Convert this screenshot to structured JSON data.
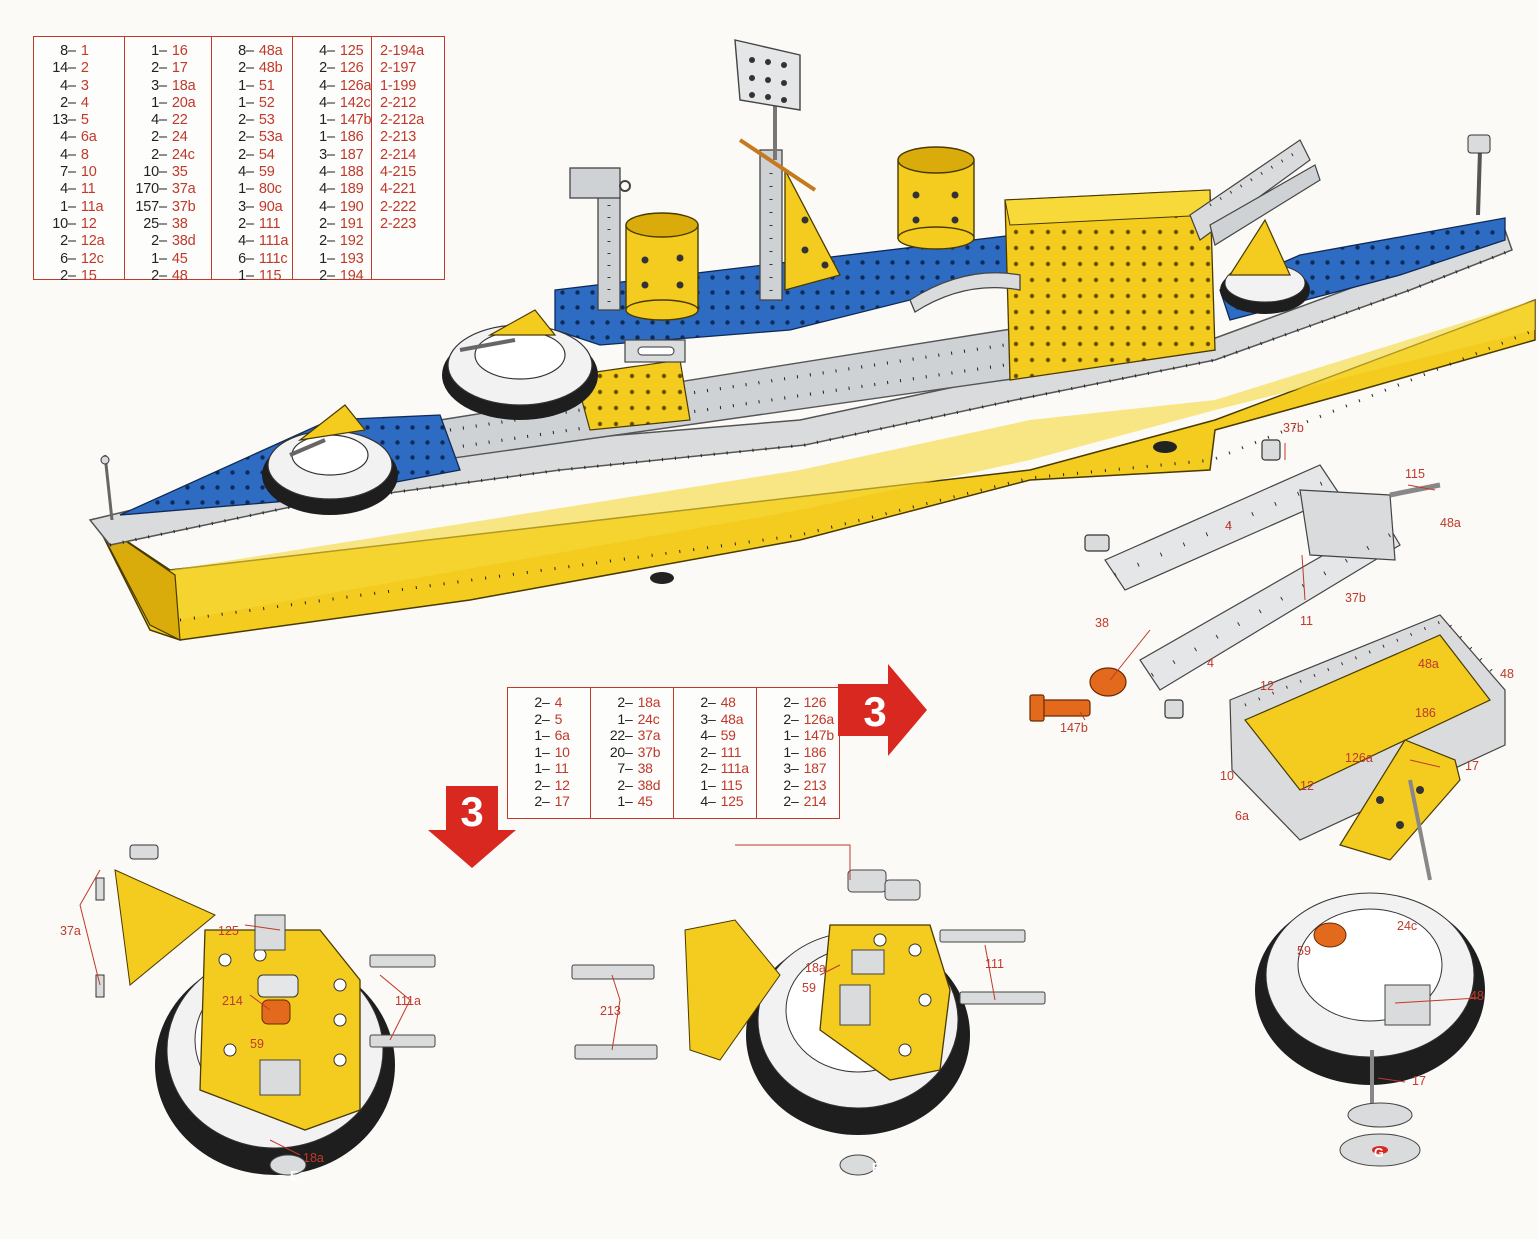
{
  "parts_list_main": {
    "columns": [
      [
        [
          "8",
          "1"
        ],
        [
          "14",
          "2"
        ],
        [
          "4",
          "3"
        ],
        [
          "2",
          "4"
        ],
        [
          "13",
          "5"
        ],
        [
          "4",
          "6a"
        ],
        [
          "4",
          "8"
        ],
        [
          "7",
          "10"
        ],
        [
          "4",
          "11"
        ],
        [
          "1",
          "11a"
        ],
        [
          "10",
          "12"
        ],
        [
          "2",
          "12a"
        ],
        [
          "6",
          "12c"
        ],
        [
          "2",
          "15"
        ]
      ],
      [
        [
          "1",
          "16"
        ],
        [
          "2",
          "17"
        ],
        [
          "3",
          "18a"
        ],
        [
          "1",
          "20a"
        ],
        [
          "4",
          "22"
        ],
        [
          "2",
          "24"
        ],
        [
          "2",
          "24c"
        ],
        [
          "10",
          "35"
        ],
        [
          "170",
          "37a"
        ],
        [
          "157",
          "37b"
        ],
        [
          "25",
          "38"
        ],
        [
          "2",
          "38d"
        ],
        [
          "1",
          "45"
        ],
        [
          "2",
          "48"
        ]
      ],
      [
        [
          "8",
          "48a"
        ],
        [
          "2",
          "48b"
        ],
        [
          "1",
          "51"
        ],
        [
          "1",
          "52"
        ],
        [
          "2",
          "53"
        ],
        [
          "2",
          "53a"
        ],
        [
          "2",
          "54"
        ],
        [
          "4",
          "59"
        ],
        [
          "1",
          "80c"
        ],
        [
          "3",
          "90a"
        ],
        [
          "2",
          "111"
        ],
        [
          "4",
          "111a"
        ],
        [
          "6",
          "111c"
        ],
        [
          "1",
          "115"
        ]
      ],
      [
        [
          "4",
          "125"
        ],
        [
          "2",
          "126"
        ],
        [
          "4",
          "126a"
        ],
        [
          "4",
          "142c"
        ],
        [
          "1",
          "147b"
        ],
        [
          "1",
          "186"
        ],
        [
          "3",
          "187"
        ],
        [
          "4",
          "188"
        ],
        [
          "4",
          "189"
        ],
        [
          "4",
          "190"
        ],
        [
          "2",
          "191"
        ],
        [
          "2",
          "192"
        ],
        [
          "1",
          "193"
        ],
        [
          "2",
          "194"
        ]
      ],
      [
        [
          "",
          "2-194a"
        ],
        [
          "",
          "2-197"
        ],
        [
          "",
          "1-199"
        ],
        [
          "",
          "2-212"
        ],
        [
          "",
          "2-212a"
        ],
        [
          "",
          "2-213"
        ],
        [
          "",
          "2-214"
        ],
        [
          "",
          "4-215"
        ],
        [
          "",
          "4-221"
        ],
        [
          "",
          "2-222"
        ],
        [
          "",
          "2-223"
        ]
      ]
    ]
  },
  "parts_list_subassembly": {
    "columns": [
      [
        [
          "2",
          "4"
        ],
        [
          "2",
          "5"
        ],
        [
          "1",
          "6a"
        ],
        [
          "1",
          "10"
        ],
        [
          "1",
          "11"
        ],
        [
          "2",
          "12"
        ],
        [
          "2",
          "17"
        ]
      ],
      [
        [
          "2",
          "18a"
        ],
        [
          "1",
          "24c"
        ],
        [
          "22",
          "37a"
        ],
        [
          "20",
          "37b"
        ],
        [
          "7",
          "38"
        ],
        [
          "2",
          "38d"
        ],
        [
          "1",
          "45"
        ]
      ],
      [
        [
          "2",
          "48"
        ],
        [
          "3",
          "48a"
        ],
        [
          "4",
          "59"
        ],
        [
          "2",
          "111"
        ],
        [
          "2",
          "111a"
        ],
        [
          "1",
          "115"
        ],
        [
          "4",
          "125"
        ]
      ],
      [
        [
          "2",
          "126"
        ],
        [
          "2",
          "126a"
        ],
        [
          "1",
          "147b"
        ],
        [
          "1",
          "186"
        ],
        [
          "3",
          "187"
        ],
        [
          "2",
          "213"
        ],
        [
          "2",
          "214"
        ]
      ]
    ]
  },
  "step_arrows": [
    {
      "label": "3",
      "direction": "right"
    },
    {
      "label": "3",
      "direction": "down"
    }
  ],
  "callouts": {
    "gun_mount": [
      "37b",
      "115",
      "48a",
      "4",
      "37b",
      "11",
      "38",
      "4",
      "147b",
      "12",
      "48a",
      "48",
      "186",
      "10",
      "126a",
      "12",
      "17",
      "6a"
    ],
    "turret_g": [
      "59",
      "24c",
      "48",
      "17",
      "G"
    ],
    "turret_e": [
      "37a",
      "125",
      "214",
      "59",
      "111a",
      "18a",
      "E"
    ],
    "turret_f": [
      "213",
      "18a",
      "59",
      "111",
      "F"
    ]
  },
  "colors": {
    "yellow": "#f3cc1f",
    "yellow_dark": "#d9ac0c",
    "blue": "#2e6cc4",
    "blue_dark": "#1f4f98",
    "silver": "#d9dbdd",
    "silver_dark": "#9aa0a5",
    "red": "#d8281f",
    "callout_red": "#c0392b",
    "tyre": "#1e1e1e",
    "orange": "#e36a1c"
  }
}
